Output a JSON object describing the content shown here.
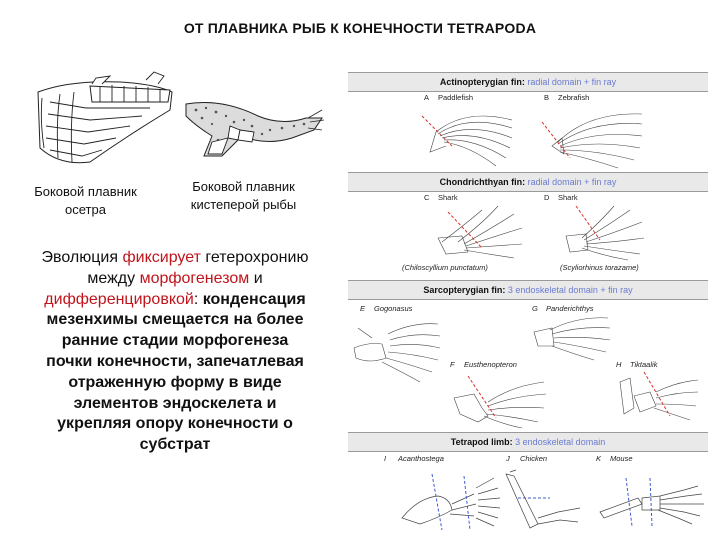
{
  "slide": {
    "title": "ОТ ПЛАВНИКА РЫБ К КОНЕЧНОСТИ TETRAPODA"
  },
  "left_figures": {
    "sturgeon_caption": "Боковой плавник осетра",
    "lobefin_caption": "Боковой плавник кистеперой рыбы"
  },
  "main_text": {
    "p1": "Эволюция ",
    "p2": "фиксирует",
    "p3": " гетерохронию между ",
    "p4": "морфогенезом",
    "p5": " и ",
    "p6": "дифференцировкой",
    "p7": ": ",
    "p8": "конденсация мезенхимы смещается на более ранние стадии морфогенеза почки конечности, запечатлевая отраженную форму в виде элементов эндоскелета и укрепляя опору конечности о субстрат"
  },
  "panel": {
    "actino": {
      "name": "Actinopterygian fin:",
      "desc": " radial domain + fin ray",
      "a_letter": "A",
      "a_label": "Paddlefish",
      "b_letter": "B",
      "b_label": "Zebrafish"
    },
    "chondri": {
      "name": "Chondrichthyan fin:",
      "desc": " radial domain + fin ray",
      "c_letter": "C",
      "c_label": "Shark",
      "d_letter": "D",
      "d_label": "Shark",
      "c_species": "(Chiloscyllium punctatum)",
      "d_species": "(Scyliorhinus torazame)"
    },
    "sarco": {
      "name": "Sarcopterygian fin:",
      "desc": " 3 endoskeletal domain + fin ray",
      "e_letter": "E",
      "e_label": "Gogonasus",
      "g_letter": "G",
      "g_label": "Panderichthys",
      "f_letter": "F",
      "f_label": "Eusthenopteron",
      "h_letter": "H",
      "h_label": "Tiktaalik"
    },
    "tetrapod": {
      "name": "Tetrapod limb:",
      "desc": " 3 endoskeletal domain",
      "i_letter": "I",
      "i_label": "Acanthostega",
      "j_letter": "J",
      "j_label": "Chicken",
      "k_letter": "K",
      "k_label": "Mouse"
    }
  },
  "colors": {
    "accent_red": "#c0141c",
    "domain_blue": "#6a7bd0",
    "band_gray": "#e9e9e9",
    "dashed_red": "#d9302a"
  }
}
